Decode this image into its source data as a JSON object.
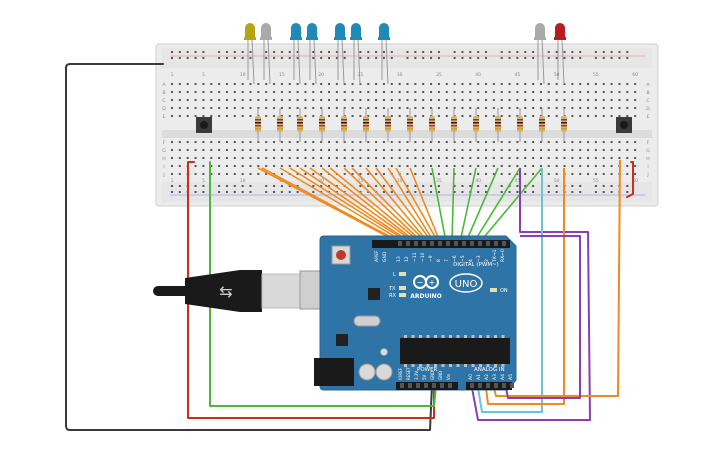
{
  "arduino": {
    "brand": "ARDUINO",
    "model": "UNO",
    "digital_label": "DIGITAL (PWM~)",
    "analog_label": "ANALOG IN",
    "power_label": "POWER",
    "on_label": "ON",
    "tx_label": "TX",
    "rx_label": "RX",
    "l_label": "L",
    "aref_label": "AREF",
    "gnd_label": "GND",
    "digital_pins": [
      "13",
      "12",
      "~11",
      "~10",
      "~9",
      "8",
      "7",
      "~6",
      "~5",
      "4",
      "~3",
      "2",
      "TX→1",
      "RX←0"
    ],
    "power_pins": [
      "IOREF",
      "RESET",
      "3.3V",
      "5V",
      "GND",
      "GND",
      "Vin"
    ],
    "analog_pins": [
      "A0",
      "A1",
      "A2",
      "A3",
      "A4",
      "A5"
    ]
  },
  "breadboard": {
    "column_numbers": [
      "1",
      "5",
      "10",
      "15",
      "20",
      "25",
      "30",
      "35",
      "40",
      "45",
      "50",
      "55",
      "60"
    ],
    "row_letters_top": [
      "A",
      "B",
      "C",
      "D",
      "E"
    ],
    "row_letters_bottom": [
      "F",
      "G",
      "H",
      "I",
      "J"
    ]
  },
  "leds": [
    {
      "color": "#b8a313"
    },
    {
      "color": "#a9a9a9"
    },
    {
      "color": "#1f8ab5"
    },
    {
      "color": "#1f8ab5"
    },
    {
      "color": "#1f8ab5"
    },
    {
      "color": "#1f8ab5"
    },
    {
      "color": "#1f8ab5"
    },
    {
      "color": "#a9a9a9"
    },
    {
      "color": "#b81c1c"
    }
  ],
  "wire_colors": {
    "gnd": "#3a3a3a",
    "power": "#d12b1e",
    "signal_orange": "#f08a1c",
    "signal_green": "#4cb83a",
    "analog_purple": "#8a3fb0",
    "analog_cyan": "#6cc3d6"
  }
}
